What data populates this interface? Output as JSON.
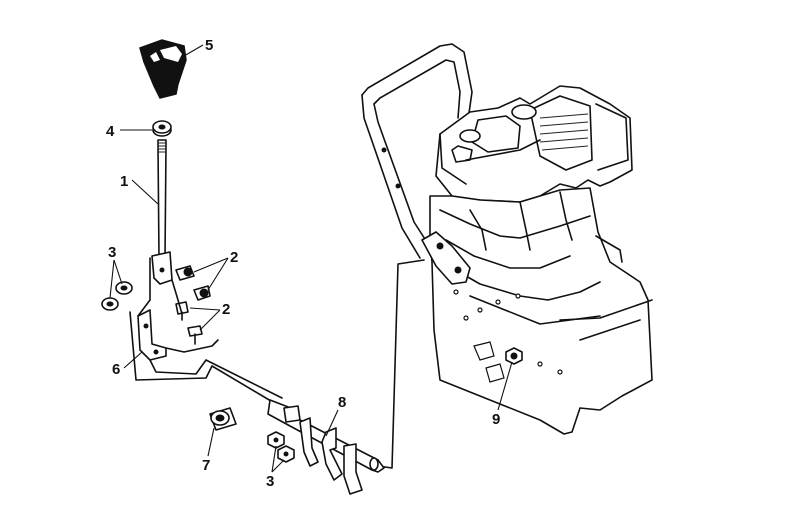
{
  "callouts": {
    "c1": "1",
    "c2a": "2",
    "c2b": "2",
    "c3a": "3",
    "c3b": "3",
    "c4": "4",
    "c5": "5",
    "c6": "6",
    "c7": "7",
    "c8": "8",
    "c9": "9"
  }
}
